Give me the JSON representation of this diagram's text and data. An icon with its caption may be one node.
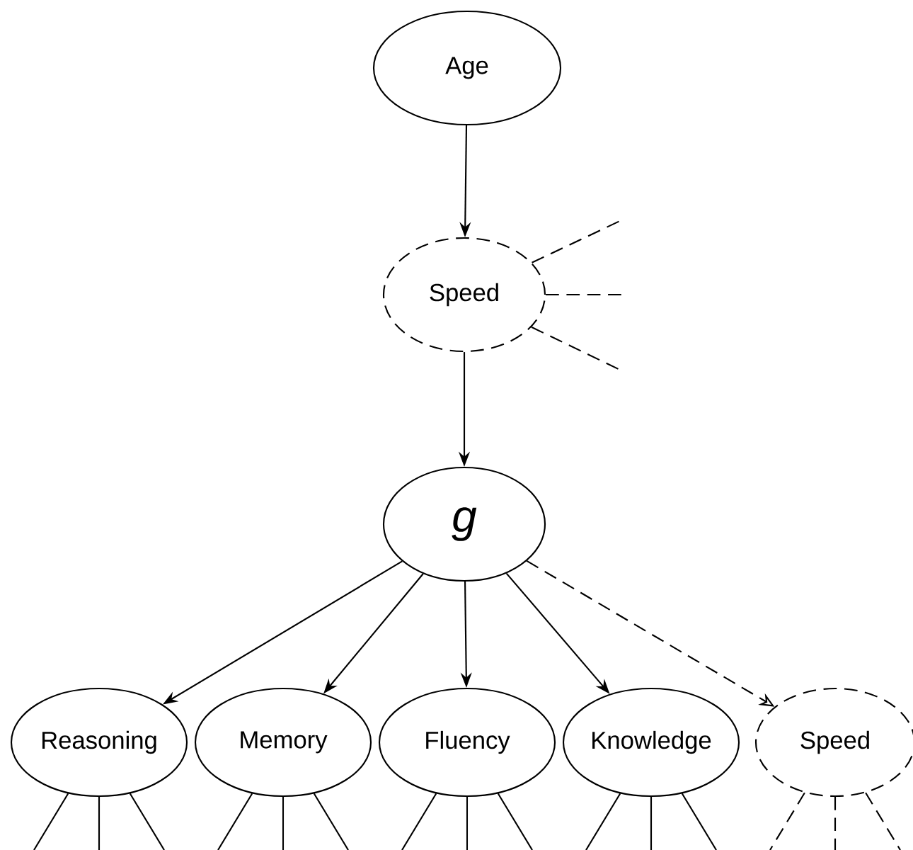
{
  "diagram": {
    "nodes": [
      {
        "text": [
          "Age"
        ]
      },
      {
        "text": [
          "Speed"
        ]
      },
      {
        "text": [
          "g"
        ]
      },
      {
        "text": [
          "Reasoning"
        ]
      },
      {
        "text": [
          "Memory"
        ]
      },
      {
        "text": [
          "Fluency"
        ]
      },
      {
        "text": [
          "Knowledge"
        ]
      },
      {
        "text": [
          "Speed"
        ]
      }
    ],
    "edges": [
      {
        "from": 0,
        "to": 1,
        "arrow": "to"
      },
      {
        "from": 1,
        "to": 2,
        "arrow": "to"
      },
      {
        "from": 2,
        "to": 3,
        "arrow": "to"
      },
      {
        "from": 2,
        "to": 4,
        "arrow": "to"
      },
      {
        "from": 2,
        "to": 5,
        "arrow": "to"
      },
      {
        "from": 2,
        "to": 6,
        "arrow": "to"
      },
      {
        "from": 2,
        "to": 7,
        "arrow": "to",
        "style": "dashed"
      },
      {
        "from": 1,
        "to": null,
        "arrow": "none",
        "style": "dashed"
      },
      {
        "from": 1,
        "to": null,
        "arrow": "none",
        "style": "dashed"
      },
      {
        "from": 1,
        "to": null,
        "arrow": "none",
        "style": "dashed"
      },
      {
        "from": 3,
        "to": null,
        "arrow": "none"
      },
      {
        "from": 3,
        "to": null,
        "arrow": "none"
      },
      {
        "from": 3,
        "to": null,
        "arrow": "none"
      },
      {
        "from": 4,
        "to": null,
        "arrow": "none"
      },
      {
        "from": 4,
        "to": null,
        "arrow": "none"
      },
      {
        "from": 4,
        "to": null,
        "arrow": "none"
      },
      {
        "from": 5,
        "to": null,
        "arrow": "none"
      },
      {
        "from": 5,
        "to": null,
        "arrow": "none"
      },
      {
        "from": 5,
        "to": null,
        "arrow": "none"
      },
      {
        "from": 6,
        "to": null,
        "arrow": "none"
      },
      {
        "from": 6,
        "to": null,
        "arrow": "none"
      },
      {
        "from": 6,
        "to": null,
        "arrow": "none"
      },
      {
        "from": 7,
        "to": null,
        "arrow": "none",
        "style": "dashed"
      },
      {
        "from": 7,
        "to": null,
        "arrow": "none",
        "style": "dashed"
      },
      {
        "from": 7,
        "to": null,
        "arrow": "none",
        "style": "dashed"
      }
    ]
  }
}
